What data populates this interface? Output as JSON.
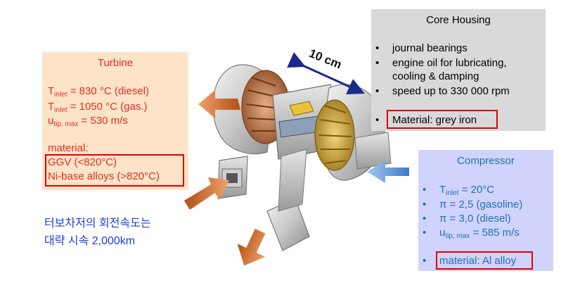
{
  "turbine": {
    "title": "Turbine",
    "t_inlet_diesel": {
      "sym": "T",
      "sub": "inlet",
      "rest": " = 830 °C (diesel)"
    },
    "t_inlet_gas": {
      "sym": "T",
      "sub": "inlet",
      "rest": " = 1050 °C (gas.)"
    },
    "u_tip": {
      "sym": "u",
      "sub": "tip, max",
      "rest": " = 530 m/s"
    },
    "material_label": "material:",
    "material_1": "GGV (<820°C)",
    "material_2": "Ni-base alloys (>820°C)"
  },
  "core_housing": {
    "title": "Core Housing",
    "bullet": "•",
    "items": [
      "journal bearings",
      "engine oil for lubricating,",
      "cooling & damping",
      "speed up to 330 000 rpm"
    ],
    "material": "Material: grey iron"
  },
  "compressor": {
    "title": "Compressor",
    "bullet": "•",
    "t_inlet": {
      "sym": "T",
      "sub": "inlet",
      "rest": " = 20°C"
    },
    "pi_gasoline": "π = 2,5 (gasoline)",
    "pi_diesel": "π = 3,0 (diesel)",
    "u_tip": {
      "sym": "u",
      "sub": "tip, max",
      "rest": " = 585 m/s"
    },
    "material": "material: Al alloy"
  },
  "dimension": "10 cm",
  "korean_note": {
    "line1": "터보차저의 회전속도는",
    "line2": "대략 시속 2,000km"
  },
  "colors": {
    "turbine_bg": "#fde3c8",
    "turbine_text": "#e0301e",
    "core_bg": "#d9d9d9",
    "compressor_bg": "#d0d3fb",
    "compressor_text": "#1f6fb8",
    "highlight_border": "#e00000",
    "hot_arrow": "#d9782f",
    "cool_arrow": "#5b93d6",
    "dimension_arrow": "#1b2a8a"
  }
}
